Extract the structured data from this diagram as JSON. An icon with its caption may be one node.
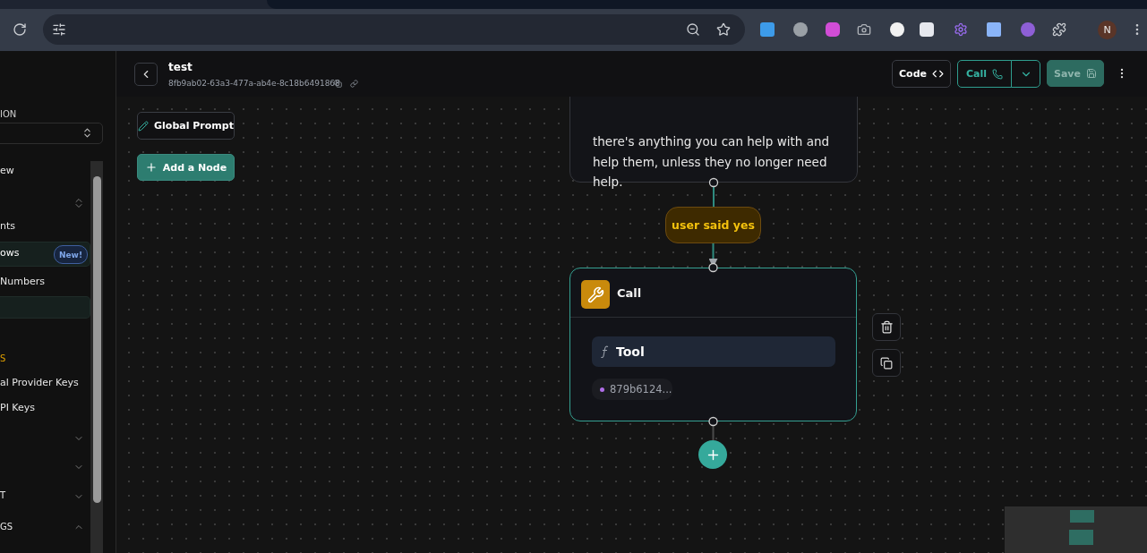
{
  "diagram": {
    "nodes": [
      {
        "text": [
          "there's anything you can help with and help them, unless they no longer need help."
        ]
      },
      {
        "text": [
          "user said yes"
        ]
      },
      {
        "text": [
          "Call"
        ]
      },
      {
        "text": [
          "Tool"
        ],
        "in": 2
      },
      {
        "text": [
          "879b6124..."
        ],
        "in": 2
      },
      {
        "text": [],
        "shape": "circle"
      }
    ],
    "edges": [
      {
        "from": 0,
        "to": 1,
        "arrow": "none"
      },
      {
        "from": 1,
        "to": 2,
        "arrow": "to"
      },
      {
        "from": 2,
        "to": 5,
        "arrow": "none",
        "color": "#4a4a4a"
      }
    ],
    "labels": [
      "ION",
      "ew",
      "nts",
      "ows",
      "New!",
      "Numbers",
      "S",
      "al Provider Keys",
      "PI Keys",
      "T",
      "GS",
      "test",
      "8fb9ab02-63a3-477a-ab4e-8c18b6491868",
      "Code",
      "Call",
      "Save",
      "Global Prompt",
      "Add a Node",
      "N"
    ]
  }
}
